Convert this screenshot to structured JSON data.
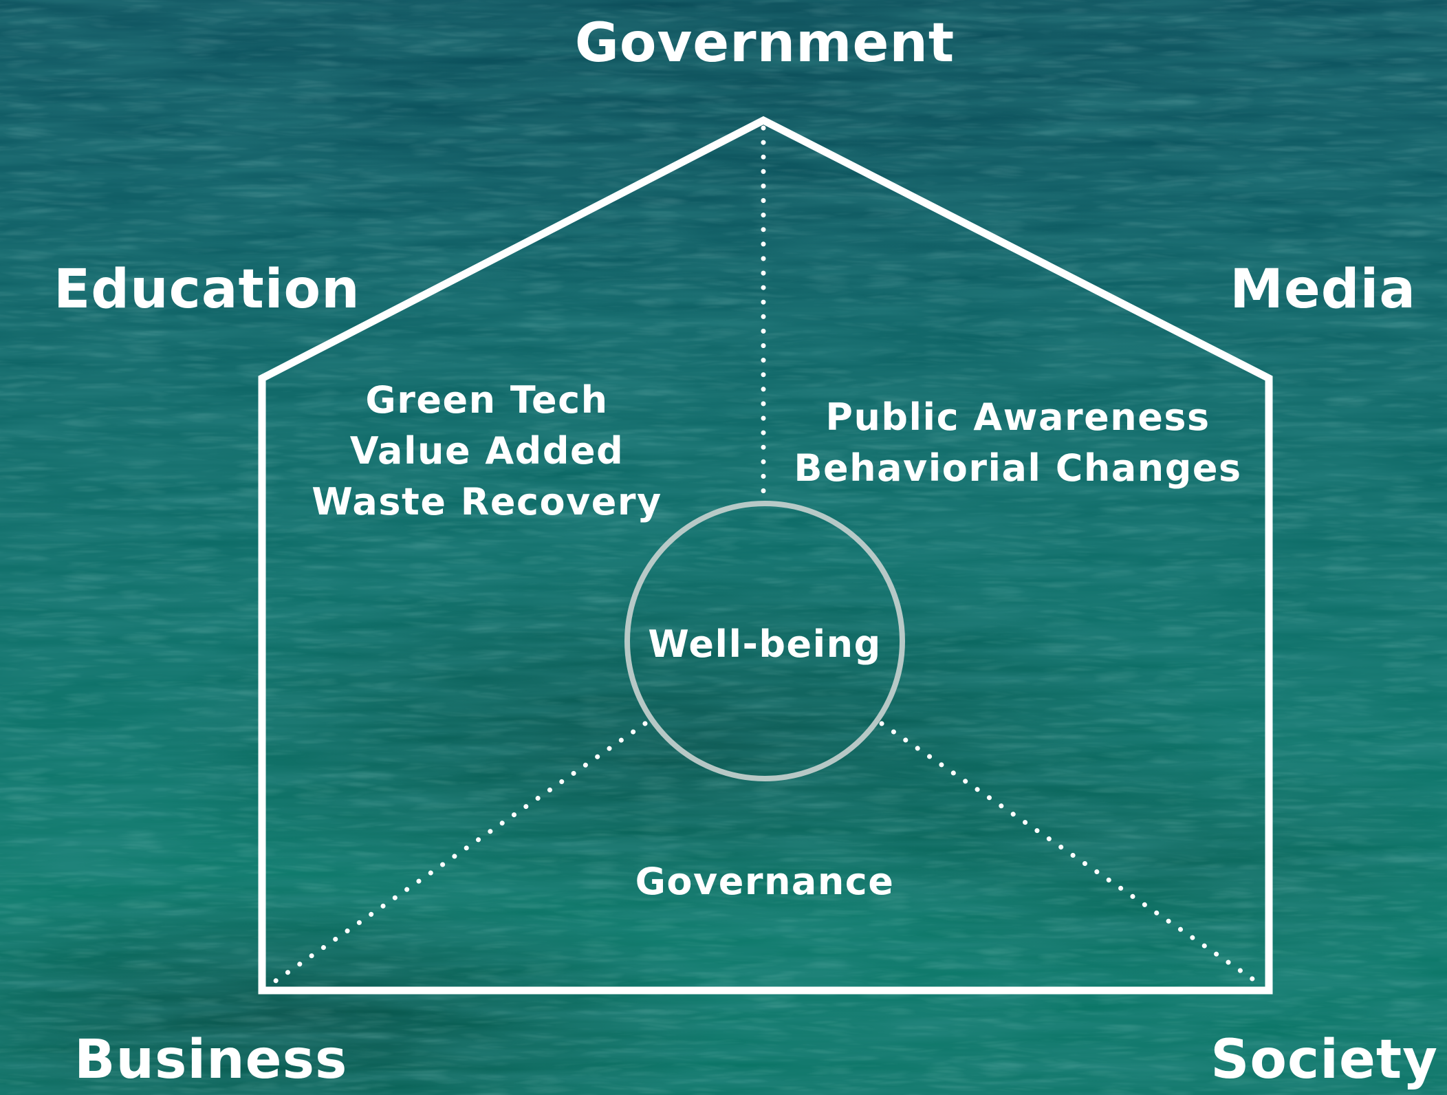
{
  "stakeholders": {
    "top": "Government",
    "upper_left": "Education",
    "upper_right": "Media",
    "lower_left": "Business",
    "lower_right": "Society"
  },
  "sections": {
    "left": {
      "lines": [
        "Green Tech",
        "Value Added",
        "Waste Recovery"
      ]
    },
    "right": {
      "lines": [
        "Public Awareness",
        "Behaviorial Changes"
      ]
    },
    "bottom": {
      "label": "Governance"
    }
  },
  "center": {
    "label": "Well-being"
  },
  "colors": {
    "line": "#ffffff",
    "circle": "#c9d3d0",
    "text": "#ffffff",
    "background_top": "#0b4f5c",
    "background_bottom": "#0c7a6a"
  }
}
